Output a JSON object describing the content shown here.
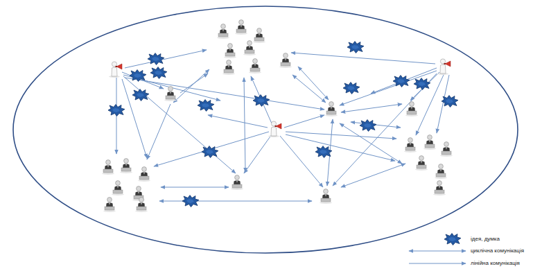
{
  "diagram": {
    "legend": [
      {
        "text": "ідея, думка"
      },
      {
        "text": "циклічна комунікація"
      },
      {
        "text": "лінійна комунікація"
      }
    ]
  }
}
